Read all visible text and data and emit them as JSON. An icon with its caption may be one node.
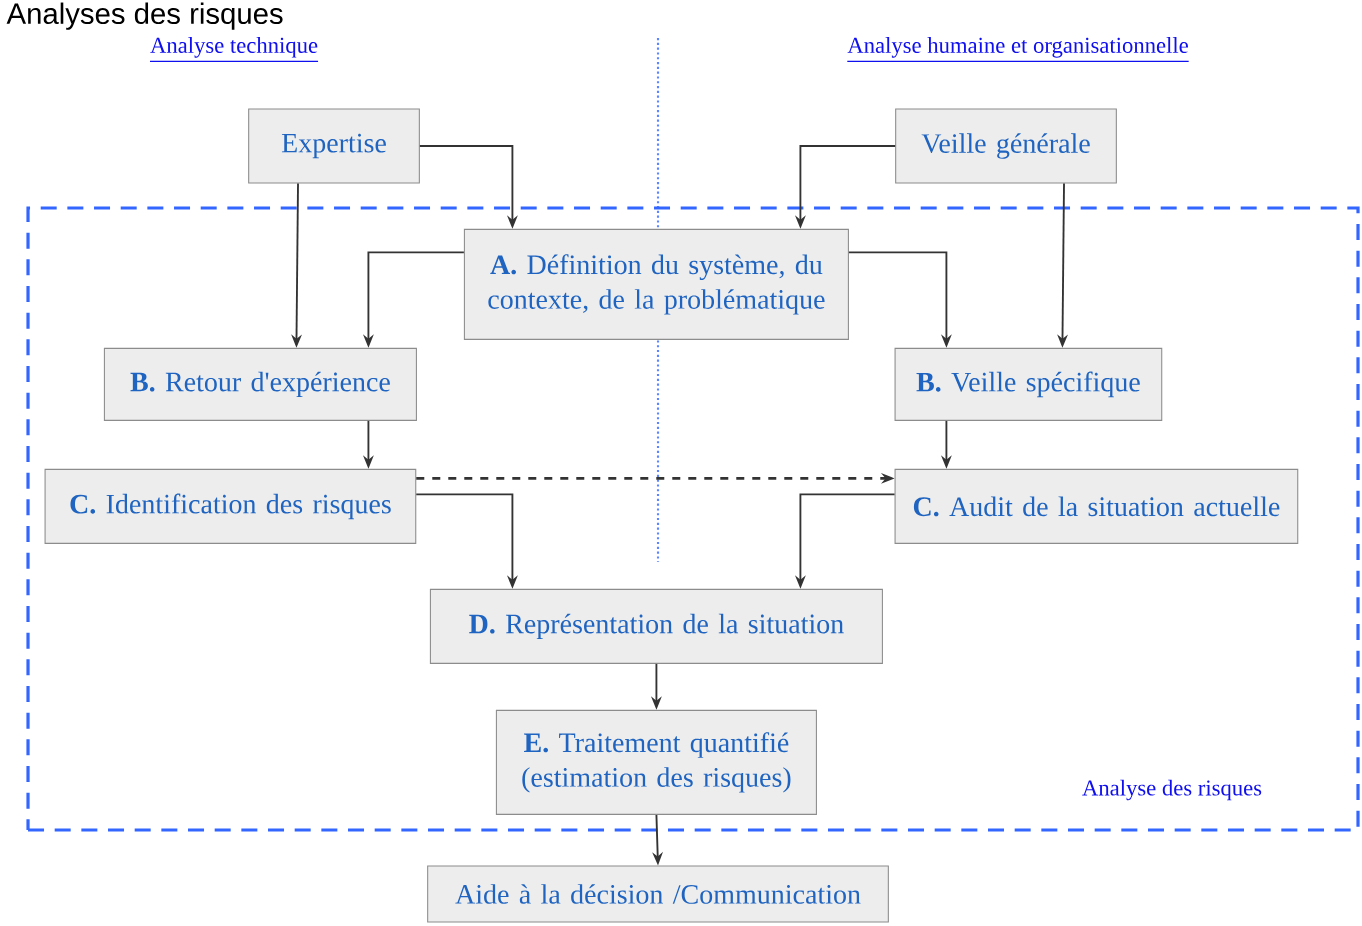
{
  "diagram": {
    "title": "Analyses des risques",
    "nodes": [
      {
        "text": [
          "Expertise"
        ]
      },
      {
        "text": [
          "Veille générale"
        ]
      },
      {
        "text": [
          "Analyse des risques"
        ]
      },
      {
        "text": [
          "**A.** Définition du système, du contexte, de la problématique"
        ],
        "in": 2
      },
      {
        "text": [
          "**B.** Retour d'expérience"
        ],
        "in": 2
      },
      {
        "text": [
          "**B.** Veille spécifique"
        ],
        "in": 2
      },
      {
        "text": [
          "**C.** Identification des risques"
        ],
        "in": 2
      },
      {
        "text": [
          "**C.** Audit de la situation actuelle"
        ],
        "in": 2
      },
      {
        "text": [
          "**D.** Représentation de la situation"
        ],
        "in": 2
      },
      {
        "text": [
          "**E.** Traitement quantifié (estimation des risques)"
        ],
        "in": 2
      },
      {
        "text": [
          "Aide à la décision /Communication"
        ]
      }
    ],
    "edges": [
      {
        "from": 0,
        "to": 3,
        "arrow": "to"
      },
      {
        "from": 0,
        "to": 4,
        "arrow": "to"
      },
      {
        "from": 1,
        "to": 3,
        "arrow": "to"
      },
      {
        "from": 1,
        "to": 5,
        "arrow": "to"
      },
      {
        "from": 3,
        "to": 4,
        "arrow": "to"
      },
      {
        "from": 3,
        "to": 5,
        "arrow": "to"
      },
      {
        "from": 4,
        "to": 6,
        "arrow": "to"
      },
      {
        "from": 6,
        "to": 7,
        "arrow": "to",
        "style": "dashed"
      },
      {
        "from": 5,
        "to": 7,
        "arrow": "to"
      },
      {
        "from": 6,
        "to": 8,
        "arrow": "to"
      },
      {
        "from": 7,
        "to": 8,
        "arrow": "to"
      },
      {
        "from": 8,
        "to": 9,
        "arrow": "to"
      },
      {
        "from": 9,
        "to": 10,
        "arrow": "to"
      }
    ],
    "labels": [
      "Analyse technique",
      "Analyse humaine et organisationnelle"
    ]
  }
}
